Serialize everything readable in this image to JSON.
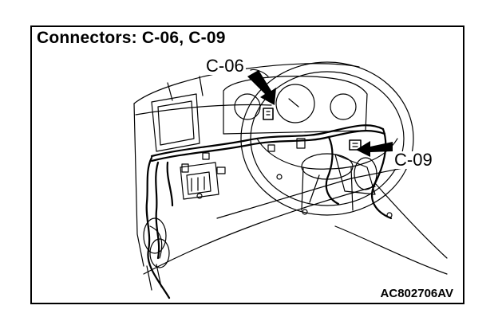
{
  "title": "Connectors: C-06, C-09",
  "callouts": {
    "c06": "C-06",
    "c09": "C-09"
  },
  "figure_code": "AC802706AV",
  "colors": {
    "line": "#000000",
    "background": "#ffffff"
  }
}
